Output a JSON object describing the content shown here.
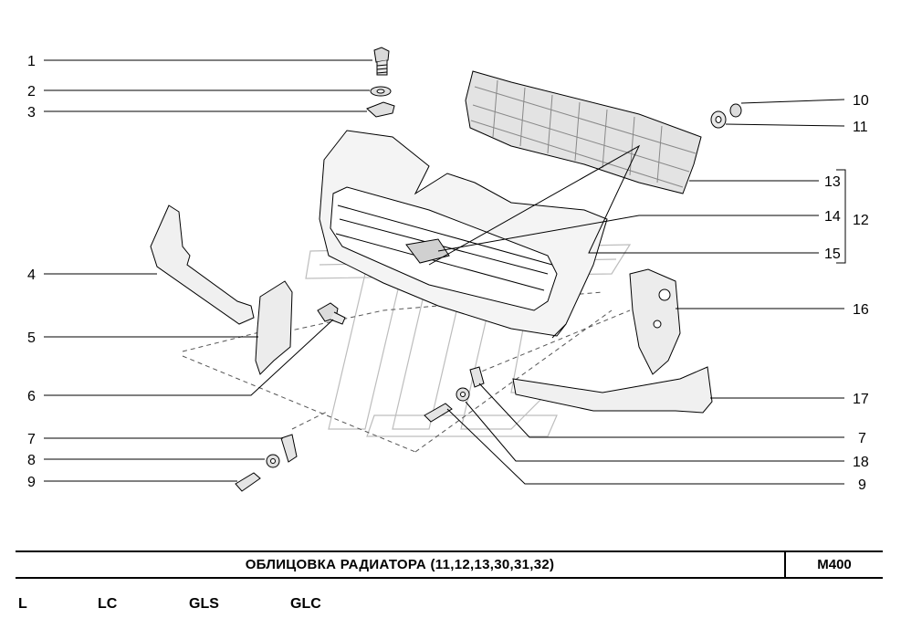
{
  "callouts": {
    "c1": "1",
    "c2": "2",
    "c3": "3",
    "c4": "4",
    "c5": "5",
    "c6": "6",
    "c7l": "7",
    "c8": "8",
    "c9l": "9",
    "c10": "10",
    "c11": "11",
    "c12": "12",
    "c13": "13",
    "c14": "14",
    "c15": "15",
    "c16": "16",
    "c17": "17",
    "c7r": "7",
    "c18": "18",
    "c9r": "9"
  },
  "title_bar": {
    "title": "ОБЛИЦОВКА   РАДИАТОРА (11,12,13,30,31,32)",
    "code": "M400"
  },
  "variants": [
    "L",
    "LC",
    "GLS",
    "GLC"
  ]
}
